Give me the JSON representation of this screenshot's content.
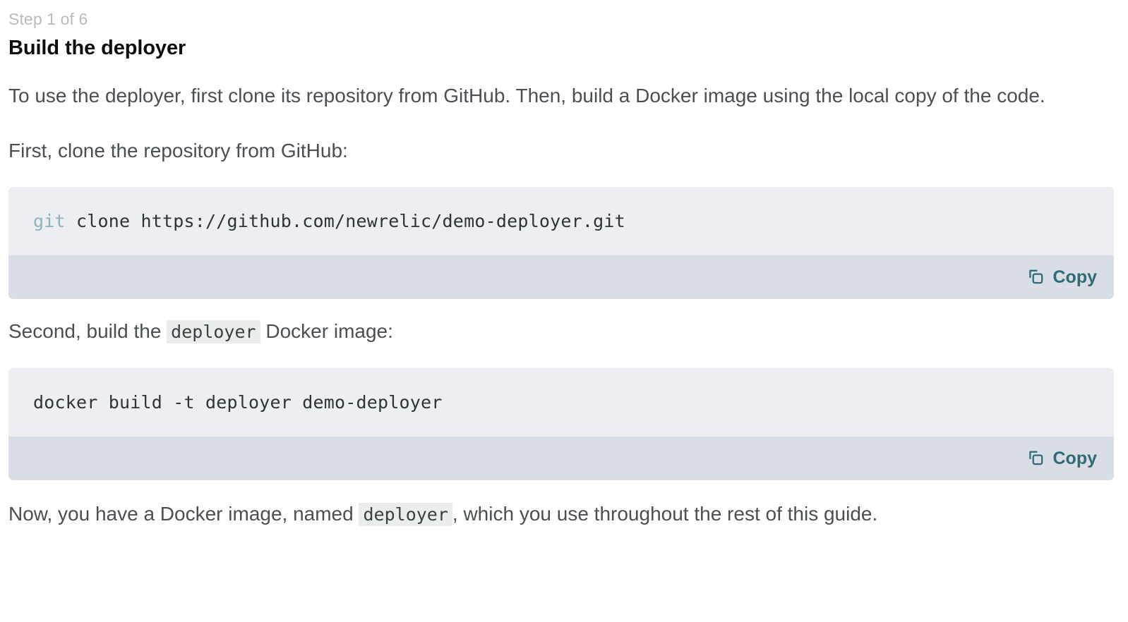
{
  "step": {
    "eyebrow": "Step 1 of 6",
    "title": "Build the deployer"
  },
  "paragraphs": {
    "intro": "To use the deployer, first clone its repository from GitHub. Then, build a Docker image using the local copy of the code.",
    "first_instruction": "First, clone the repository from GitHub:",
    "second_before": "Second, build the",
    "second_code": "deployer",
    "second_after": "Docker image:",
    "outro_before": "Now, you have a Docker image, named",
    "outro_code": "deployer",
    "outro_after": ", which you use throughout the rest of this guide."
  },
  "code_blocks": [
    {
      "keyword": "git",
      "rest": " clone https://github.com/newrelic/demo-deployer.git",
      "full": "git clone https://github.com/newrelic/demo-deployer.git",
      "copy_label": "Copy",
      "copy_icon": "copy-icon"
    },
    {
      "keyword": "",
      "rest": "docker build -t deployer demo-deployer",
      "full": "docker build -t deployer demo-deployer",
      "copy_label": "Copy",
      "copy_icon": "copy-icon"
    }
  ],
  "colors": {
    "page_background": "#ffffff",
    "eyebrow_text": "#b9bbbd",
    "title_text": "#0b0d0e",
    "body_text": "#4a4f53",
    "code_background": "#edeef2",
    "code_footer_background": "#d9dde6",
    "code_text": "#2f3338",
    "code_keyword": "#8cb2bf",
    "inline_code_background": "#ebecec",
    "copy_accent": "#2e6b76"
  }
}
